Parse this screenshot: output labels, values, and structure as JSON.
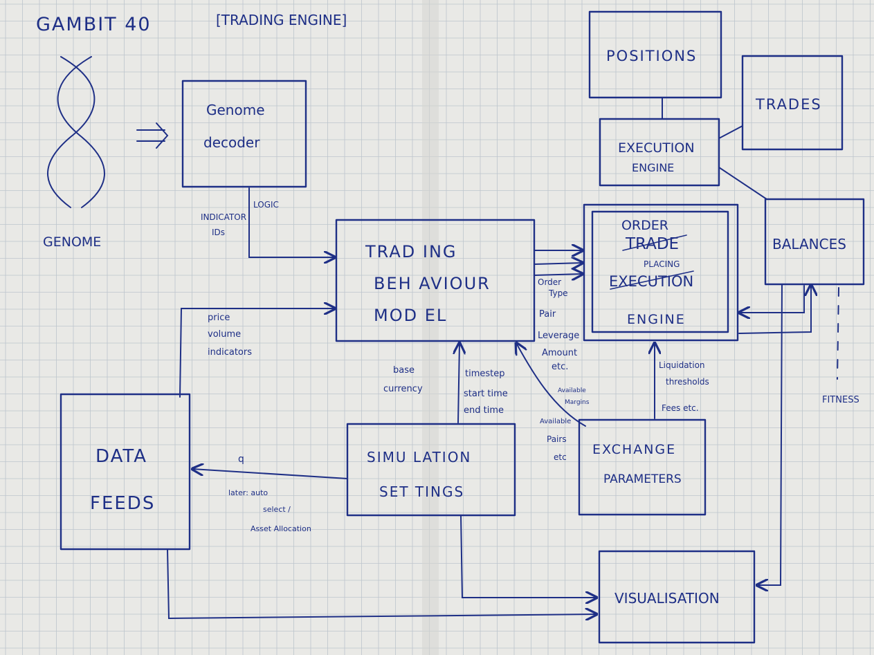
{
  "title": "GAMBIT 40",
  "subtitle": "[TRADING ENGINE]",
  "genome_label": "GENOME",
  "boxes": {
    "genome_decoder": [
      "Genome",
      "decoder"
    ],
    "trading_behaviour_model": [
      "TRAD ING",
      "BEH AVIOUR",
      "MOD EL"
    ],
    "positions": "POSITIONS",
    "trades": "TRADES",
    "execution_engine": [
      "EXECUTION",
      "ENGINE"
    ],
    "order_engine": {
      "order": "ORDER",
      "trade": "TRADE",
      "placing": "PLACING",
      "execution": "EXECUTION",
      "engine": "ENGINE"
    },
    "balances": "BALANCES",
    "data_feeds": [
      "DATA",
      "FEEDS"
    ],
    "simulation_settings": [
      "SIMU LATION",
      "SET TINGS"
    ],
    "exchange_parameters": [
      "EXCHANGE",
      "PARAMETERS"
    ],
    "visualisation": "VISUALISATION"
  },
  "annotations": {
    "logic": "LOGIC",
    "indicator_ids": [
      "INDICATOR",
      "IDs"
    ],
    "price_volume": [
      "price",
      "volume",
      "indicators"
    ],
    "base_currency": [
      "base",
      "currency"
    ],
    "timestep": [
      "timestep",
      "start time",
      "end time"
    ],
    "order_params": [
      "Order",
      "Type",
      "Pair",
      "Leverage",
      "Amount",
      "etc."
    ],
    "available_margins": [
      "Available",
      "Margins"
    ],
    "available_pairs": [
      "Available",
      "Pairs",
      "etc"
    ],
    "liquidation": [
      "Liquidation",
      "thresholds",
      "Fees etc."
    ],
    "q": "q",
    "later": [
      "later: auto",
      "select /",
      "Asset Allocation"
    ],
    "fitness": "FITNESS"
  }
}
